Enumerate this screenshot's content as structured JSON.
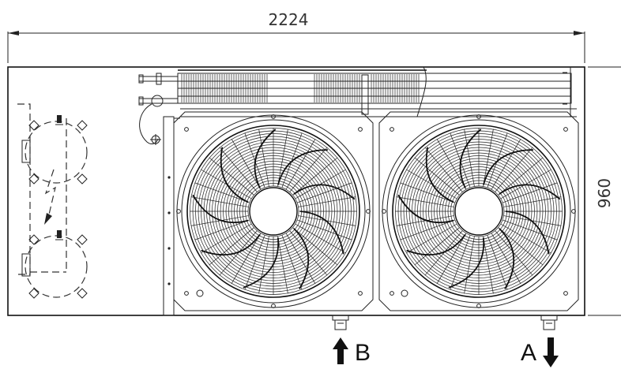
{
  "dimensions": {
    "width_label": "2224",
    "height_label": "960"
  },
  "connections": {
    "inlet_label": "B",
    "outlet_label": "A"
  },
  "fans": {
    "count": 2,
    "blades": 9
  },
  "icons": [
    "arrow-up-icon",
    "arrow-down-icon",
    "fan-icon",
    "dimension-arrow-icon"
  ],
  "colors": {
    "line": "#111111",
    "background": "#ffffff"
  }
}
